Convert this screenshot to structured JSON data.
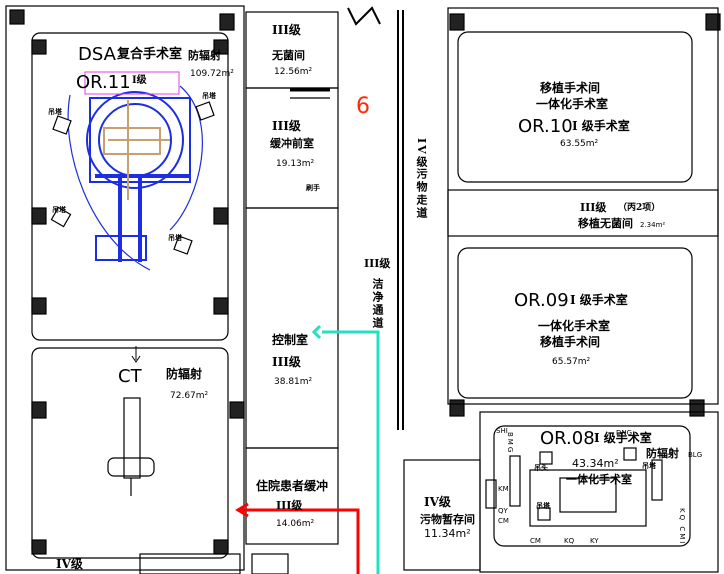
{
  "rooms": {
    "dsa": {
      "name": "DSA",
      "type": "复合手术室",
      "code": "OR.11",
      "grade": "I级",
      "shield": "防辐射",
      "area": "109.72m²"
    },
    "ct": {
      "name": "CT",
      "shield": "防辐射",
      "area": "72.67m²"
    },
    "sterile_room": {
      "grade": "III级",
      "name": "无菌间",
      "area": "12.56m²"
    },
    "buffer_front": {
      "grade": "III级",
      "name": "缓冲前室",
      "area": "19.13m²",
      "note": "刷手"
    },
    "control_room": {
      "name": "控制室",
      "grade": "III级",
      "area": "38.81m²"
    },
    "patient_buffer": {
      "name": "住院患者缓冲",
      "grade": "III级",
      "area": "14.06m²"
    },
    "or10": {
      "name": "移植手术间",
      "name2": "一体化手术室",
      "code": "OR.10",
      "grade": "I 级手术室",
      "area": "63.55m²"
    },
    "transplant_sterile": {
      "grade": "III级",
      "note": "（丙2项）",
      "name": "移植无菌间",
      "area": "2.34m²"
    },
    "or09": {
      "code": "OR.09",
      "grade": "I 级手术室",
      "name": "一体化手术室",
      "name2": "移植手术间",
      "area": "65.57m²"
    },
    "or08": {
      "code": "OR.08",
      "grade": "I 级手术室",
      "shield": "防辐射",
      "area": "43.34m²",
      "name": "一体化手术室"
    },
    "waste_storage": {
      "grade": "IV级",
      "name": "污物暂存间",
      "area": "11.34m²"
    }
  },
  "corridors": {
    "dirty": {
      "grade": "IV级",
      "name": "污物走道"
    },
    "clean": {
      "grade": "III级",
      "name": "洁净通道"
    }
  },
  "labels": {
    "number": "6",
    "hoist": "吊塔",
    "hoist2": "吊头",
    "iv_bottom": "IV级",
    "equipment": [
      "SHI",
      "DNG",
      "BLG",
      "KM",
      "QY",
      "CM",
      "CM",
      "KQ",
      "KY",
      "KQ CMI",
      "BMG"
    ]
  },
  "colors": {
    "arrow_cyan": "#22e0c0",
    "arrow_red": "#ff0000",
    "number_red": "#ff2a00",
    "equip_blue": "#1c2ee0",
    "tan": "#c8a070",
    "magenta": "#e040e0"
  }
}
